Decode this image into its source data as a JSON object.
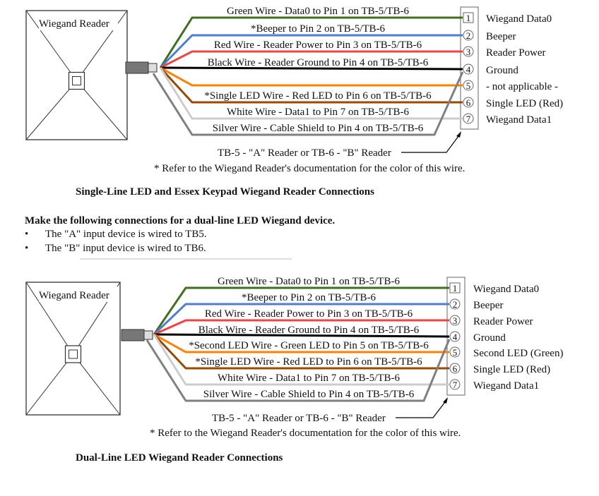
{
  "diagrams": [
    {
      "reader_label": "Wiegand Reader",
      "wires": [
        {
          "label": "Green Wire - Data0 to Pin 1 on TB-5/TB-6",
          "color": "#3f6f1f",
          "pin": "1"
        },
        {
          "label": "*Beeper to Pin 2 on TB-5/TB-6",
          "color": "#4a7fd4",
          "pin": "2"
        },
        {
          "label": "Red Wire - Reader Power to Pin 3 on TB-5/TB-6",
          "color": "#ee4444",
          "pin": "3"
        },
        {
          "label": "Black Wire - Reader Ground to Pin 4 on TB-5/TB-6",
          "color": "#000000",
          "pin": "4"
        },
        {
          "label": "",
          "color": "#ff8000",
          "pin": "5"
        },
        {
          "label": "*Single LED Wire - Red LED to Pin 6 on TB-5/TB-6",
          "color": "#9a4a00",
          "pin": "6"
        },
        {
          "label": "White Wire - Data1 to Pin 7 on TB-5/TB-6",
          "color": "#cccccc",
          "pin": "7"
        },
        {
          "label": "Silver Wire - Cable Shield to Pin 4 on TB-5/TB-6",
          "color": "#808080",
          "pin": "4"
        }
      ],
      "pin_functions": [
        "Wiegand Data0",
        "Beeper",
        "Reader Power",
        "Ground",
        "- not applicable -",
        "Single LED (Red)",
        "Wiegand Data1"
      ],
      "terminal_note": "TB-5 - \"A\" Reader or TB-6 - \"B\" Reader",
      "footnote": "* Refer to the Wiegand Reader's documentation for the color of this wire.",
      "caption": "Single-Line LED and Essex Keypad Wiegand Reader Connections"
    },
    {
      "reader_label": "Wiegand Reader",
      "wires": [
        {
          "label": "Green Wire - Data0 to Pin 1 on TB-5/TB-6",
          "color": "#3f6f1f",
          "pin": "1"
        },
        {
          "label": "*Beeper to Pin 2 on TB-5/TB-6",
          "color": "#4a7fd4",
          "pin": "2"
        },
        {
          "label": "Red Wire - Reader Power to Pin 3 on TB-5/TB-6",
          "color": "#ee4444",
          "pin": "3"
        },
        {
          "label": "Black Wire - Reader Ground to Pin 4 on TB-5/TB-6",
          "color": "#000000",
          "pin": "4"
        },
        {
          "label": "*Second LED Wire - Green LED to Pin 5 on TB-5/TB-6",
          "color": "#ff8000",
          "pin": "5"
        },
        {
          "label": "*Single LED Wire - Red LED to Pin 6 on TB-5/TB-6",
          "color": "#9a4a00",
          "pin": "6"
        },
        {
          "label": "White Wire - Data1 to Pin 7 on TB-5/TB-6",
          "color": "#cccccc",
          "pin": "7"
        },
        {
          "label": "Silver Wire - Cable Shield to Pin 4 on TB-5/TB-6",
          "color": "#808080",
          "pin": "4"
        }
      ],
      "pin_functions": [
        "Wiegand Data0",
        "Beeper",
        "Reader Power",
        "Ground",
        "Second LED (Green)",
        "Single LED (Red)",
        "Wiegand Data1"
      ],
      "terminal_note": "TB-5 - \"A\" Reader or TB-6 - \"B\" Reader",
      "footnote": "* Refer to the Wiegand Reader's documentation for the color of this wire.",
      "caption": "Dual-Line LED Wiegand Reader Connections"
    }
  ],
  "section": {
    "heading": "Make the following connections for a dual-line LED Wiegand device.",
    "bullet_char": "•",
    "bullets": [
      "The \"A\" input device is wired to TB5.",
      "The \"B\" input device is wired to TB6."
    ]
  }
}
